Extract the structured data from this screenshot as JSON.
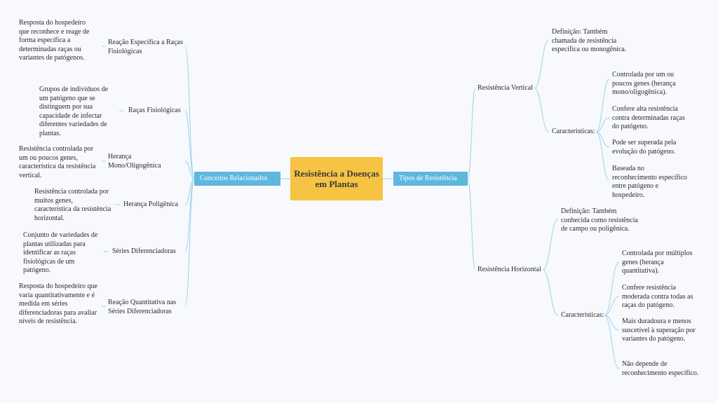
{
  "center": {
    "title": "Resistência a Doenças em Plantas"
  },
  "left_hub": {
    "label": "Conceitos Relacionados"
  },
  "right_hub": {
    "label": "Tipos de Resistência"
  },
  "left_branches": [
    {
      "label": "Reação Específica a Raças Fisiológicas",
      "detail": "Resposta do hospedeiro que reconhece e reage de forma específica a determinadas raças ou variantes de patógenos."
    },
    {
      "label": "Raças Fisiológicas",
      "detail": "Grupos de indivíduos de um patógeno que se distinguem por sua capacidade de infectar diferentes variedades de plantas."
    },
    {
      "label": "Herança Mono/Oligogênica",
      "detail": "Resistência controlada por um ou poucos genes, característica da resistência vertical."
    },
    {
      "label": "Herança Poligênica",
      "detail": "Resistência controlada por muitos genes, característica da resistência horizontal."
    },
    {
      "label": "Séries Diferenciadoras",
      "detail": "Conjunto de variedades de plantas utilizadas para identificar as raças fisiológicas de um patógeno."
    },
    {
      "label": "Reação Quantitativa nas Séries Diferenciadoras",
      "detail": "Resposta do hospedeiro que varia quantitativamente e é medida em séries diferenciadoras para avaliar níveis de resistência."
    }
  ],
  "right_branches": [
    {
      "label": "Resistência Vertical",
      "definition": "Definição: Também chamada de resistência específica ou monogênica.",
      "char_label": "Características:",
      "chars": [
        "Controlada por um ou poucos genes (herança mono/oligogênica).",
        "Confere alta resistência contra determinadas raças do patógeno.",
        "Pode ser superada pela evolução do patógeno.",
        "Baseada no reconhecimento específico entre patógeno e hospedeiro."
      ]
    },
    {
      "label": "Resistência Horizontal",
      "definition": "Definição: Também conhecida como resistência de campo ou poligênica.",
      "char_label": "Características:",
      "chars": [
        "Controlada por múltiplos genes (herança quantitativa).",
        "Confere resistência moderada contra todas as raças do patógeno.",
        "Mais duradoura e menos suscetível à superação por variantes do patógeno.",
        "Não depende de reconhecimento específico."
      ]
    }
  ],
  "colors": {
    "center": "#f6c344",
    "hub": "#5fb7de",
    "link": "#9fd3e8"
  }
}
